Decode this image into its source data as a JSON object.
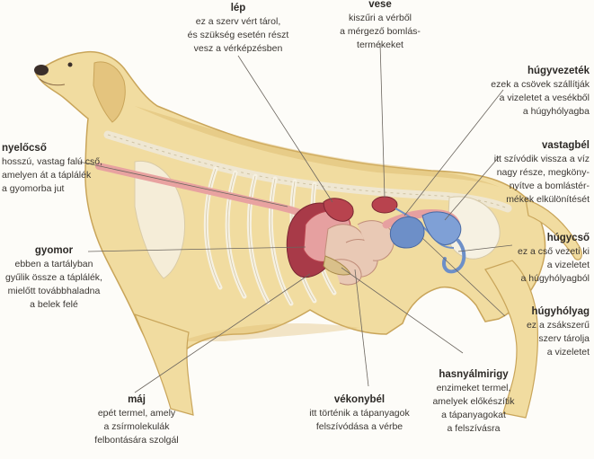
{
  "labels": {
    "lep": {
      "title": "lép",
      "desc": [
        "ez a szerv vért tárol,",
        "és szükség esetén részt",
        "vesz a vérképzésben"
      ]
    },
    "vese": {
      "title": "vese",
      "desc": [
        "kiszűri a vérből",
        "a mérgező bomlás-",
        "termékeket"
      ]
    },
    "hugyvezetek": {
      "title": "húgyvezeték",
      "desc": [
        "ezek a csövek szállítják",
        "a vizeletet a vesékből",
        "a húgyhólyagba"
      ]
    },
    "nyelocso": {
      "title": "nyelőcső",
      "desc": [
        "hosszú, vastag falú cső,",
        "amelyen át a táplálék",
        "a gyomorba jut"
      ]
    },
    "vastagbel": {
      "title": "vastagbél",
      "desc": [
        "itt szívódik vissza a víz",
        "nagy része, megköny-",
        "nyítve a bomlástér-",
        "mékek elkülönítését"
      ]
    },
    "gyomor": {
      "title": "gyomor",
      "desc": [
        "ebben a tartályban",
        "gyűlik össze a táplálék,",
        "mielőtt továbbhaladna",
        "a belek felé"
      ]
    },
    "hugycso": {
      "title": "húgycső",
      "desc": [
        "ez a cső vezeti ki",
        "a vizeletet",
        "a húgyhólyagból"
      ]
    },
    "hugyholyag": {
      "title": "húgyhólyag",
      "desc": [
        "ez a zsákszerű",
        "szerv tárolja",
        "a vizeletet"
      ]
    },
    "hasnyalmirigy": {
      "title": "hasnyálmirigy",
      "desc": [
        "enzimeket termel,",
        "amelyek előkészítik",
        "a tápanyagokat",
        "a felszívásra"
      ]
    },
    "maj": {
      "title": "máj",
      "desc": [
        "epét termel, amely",
        "a zsírmolekulák",
        "felbontására szolgál"
      ]
    },
    "vekonybel": {
      "title": "vékonybél",
      "desc": [
        "itt történik a tápanyagok",
        "felszívódása a vérbe"
      ]
    }
  },
  "colors": {
    "fur": "#f1dca0",
    "fur_shade": "#dcb86a",
    "bone": "#f6f1e2",
    "organ_red": "#b8434e",
    "organ_pink": "#e6a0a0",
    "intestine": "#e9c9b5",
    "liver": "#a83a48",
    "urinary_blue": "#6d8fc8",
    "pancreas": "#d9c08a",
    "leader_line": "#6b655e"
  }
}
